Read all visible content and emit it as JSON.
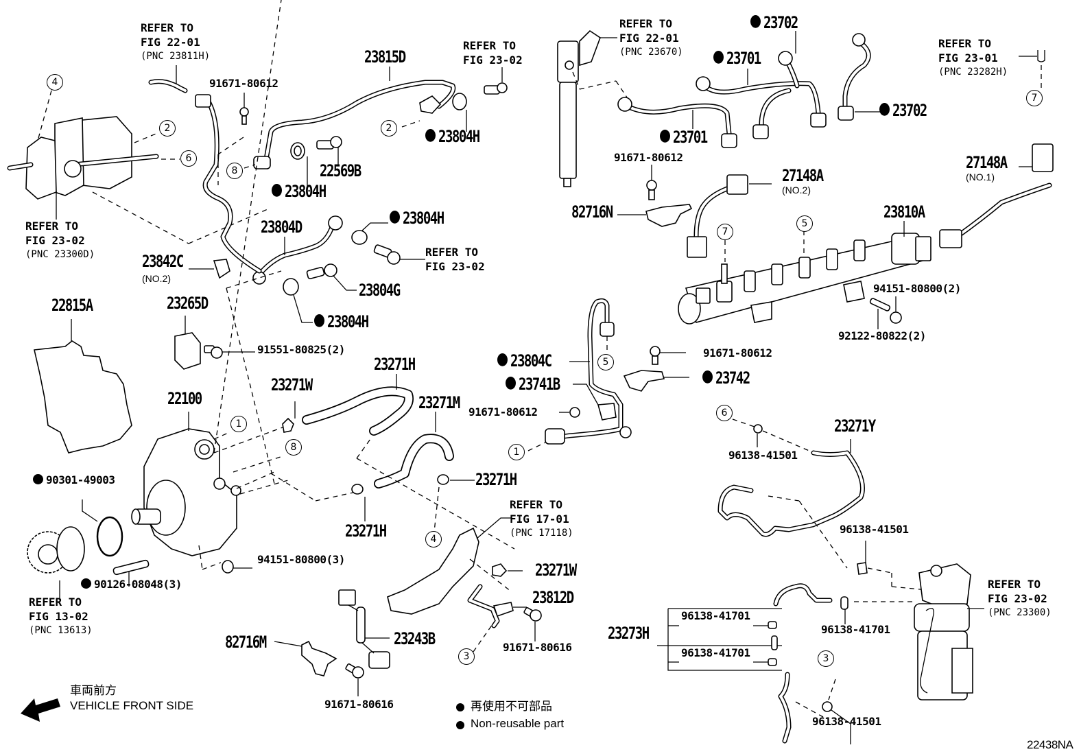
{
  "diagram": {
    "illustration_code": "22438NA",
    "orientation": {
      "jp": "車両前方",
      "en": "VEHICLE FRONT SIDE"
    },
    "legend": {
      "jp": "再使用不可部品",
      "en": "Non-reusable part"
    },
    "references": [
      {
        "id": "ref-22-01-23811H",
        "line1": "REFER TO",
        "line2": "FIG 22-01",
        "pnc": "(PNC 23811H)"
      },
      {
        "id": "ref-23-02-23300D",
        "line1": "REFER TO",
        "line2": "FIG 23-02",
        "pnc": "(PNC 23300D)"
      },
      {
        "id": "ref-23-02-bolt-top",
        "line1": "REFER TO",
        "line2": "FIG 23-02",
        "pnc": ""
      },
      {
        "id": "ref-22-01-23670",
        "line1": "REFER TO",
        "line2": "FIG 22-01",
        "pnc": "(PNC 23670)"
      },
      {
        "id": "ref-23-01-23282H",
        "line1": "REFER TO",
        "line2": "FIG 23-01",
        "pnc": "(PNC 23282H)"
      },
      {
        "id": "ref-23-02-bolt-mid",
        "line1": "REFER TO",
        "line2": "FIG 23-02",
        "pnc": ""
      },
      {
        "id": "ref-13-02-13613",
        "line1": "REFER TO",
        "line2": "FIG 13-02",
        "pnc": "(PNC 13613)"
      },
      {
        "id": "ref-17-01-17118",
        "line1": "REFER TO",
        "line2": "FIG 17-01",
        "pnc": "(PNC 17118)"
      },
      {
        "id": "ref-23-02-23300",
        "line1": "REFER TO",
        "line2": "FIG 23-02",
        "pnc": "(PNC 23300)"
      }
    ],
    "parts": [
      {
        "pn": "91671-80612",
        "non_reusable": false,
        "note": ""
      },
      {
        "pn": "23815D",
        "non_reusable": false,
        "note": ""
      },
      {
        "pn": "23804H",
        "non_reusable": true,
        "note": ""
      },
      {
        "pn": "22569B",
        "non_reusable": false,
        "note": ""
      },
      {
        "pn": "23804H",
        "non_reusable": true,
        "note": ""
      },
      {
        "pn": "23804D",
        "non_reusable": false,
        "note": ""
      },
      {
        "pn": "23804H",
        "non_reusable": true,
        "note": ""
      },
      {
        "pn": "23842C",
        "non_reusable": false,
        "note": "(NO.2)"
      },
      {
        "pn": "23804G",
        "non_reusable": false,
        "note": ""
      },
      {
        "pn": "23804H",
        "non_reusable": true,
        "note": ""
      },
      {
        "pn": "22815A",
        "non_reusable": false,
        "note": ""
      },
      {
        "pn": "23265D",
        "non_reusable": false,
        "note": ""
      },
      {
        "pn": "91551-80825(2)",
        "non_reusable": false,
        "note": ""
      },
      {
        "pn": "22100",
        "non_reusable": false,
        "note": ""
      },
      {
        "pn": "23271W",
        "non_reusable": false,
        "note": ""
      },
      {
        "pn": "23271H",
        "non_reusable": false,
        "note": ""
      },
      {
        "pn": "23271M",
        "non_reusable": false,
        "note": ""
      },
      {
        "pn": "23271H",
        "non_reusable": false,
        "note": ""
      },
      {
        "pn": "23271H",
        "non_reusable": false,
        "note": ""
      },
      {
        "pn": "90301-49003",
        "non_reusable": true,
        "note": ""
      },
      {
        "pn": "94151-80800(3)",
        "non_reusable": false,
        "note": ""
      },
      {
        "pn": "90126-08048(3)",
        "non_reusable": true,
        "note": ""
      },
      {
        "pn": "23271W",
        "non_reusable": false,
        "note": ""
      },
      {
        "pn": "23812D",
        "non_reusable": false,
        "note": ""
      },
      {
        "pn": "91671-80616",
        "non_reusable": false,
        "note": ""
      },
      {
        "pn": "23243B",
        "non_reusable": false,
        "note": ""
      },
      {
        "pn": "82716M",
        "non_reusable": false,
        "note": ""
      },
      {
        "pn": "91671-80616",
        "non_reusable": false,
        "note": ""
      },
      {
        "pn": "23702",
        "non_reusable": true,
        "note": ""
      },
      {
        "pn": "23701",
        "non_reusable": true,
        "note": ""
      },
      {
        "pn": "23701",
        "non_reusable": true,
        "note": ""
      },
      {
        "pn": "23702",
        "non_reusable": true,
        "note": ""
      },
      {
        "pn": "91671-80612",
        "non_reusable": false,
        "note": ""
      },
      {
        "pn": "82716N",
        "non_reusable": false,
        "note": ""
      },
      {
        "pn": "27148A",
        "non_reusable": false,
        "note": "(NO.2)"
      },
      {
        "pn": "27148A",
        "non_reusable": false,
        "note": "(NO.1)"
      },
      {
        "pn": "23810A",
        "non_reusable": false,
        "note": ""
      },
      {
        "pn": "94151-80800(2)",
        "non_reusable": false,
        "note": ""
      },
      {
        "pn": "92122-80822(2)",
        "non_reusable": false,
        "note": ""
      },
      {
        "pn": "23804C",
        "non_reusable": true,
        "note": ""
      },
      {
        "pn": "23741B",
        "non_reusable": true,
        "note": ""
      },
      {
        "pn": "91671-80612",
        "non_reusable": false,
        "note": ""
      },
      {
        "pn": "91671-80612",
        "non_reusable": false,
        "note": ""
      },
      {
        "pn": "23742",
        "non_reusable": true,
        "note": ""
      },
      {
        "pn": "23271Y",
        "non_reusable": false,
        "note": ""
      },
      {
        "pn": "96138-41501",
        "non_reusable": false,
        "note": ""
      },
      {
        "pn": "96138-41501",
        "non_reusable": false,
        "note": ""
      },
      {
        "pn": "23273H",
        "non_reusable": false,
        "note": ""
      },
      {
        "pn": "96138-41701",
        "non_reusable": false,
        "note": ""
      },
      {
        "pn": "96138-41701",
        "non_reusable": false,
        "note": ""
      },
      {
        "pn": "96138-41701",
        "non_reusable": false,
        "note": ""
      },
      {
        "pn": "96138-41501",
        "non_reusable": false,
        "note": ""
      }
    ],
    "callouts": [
      "4",
      "2",
      "6",
      "8",
      "2",
      "1",
      "8",
      "4",
      "3",
      "7",
      "5",
      "7",
      "5",
      "1",
      "6",
      "3"
    ]
  }
}
